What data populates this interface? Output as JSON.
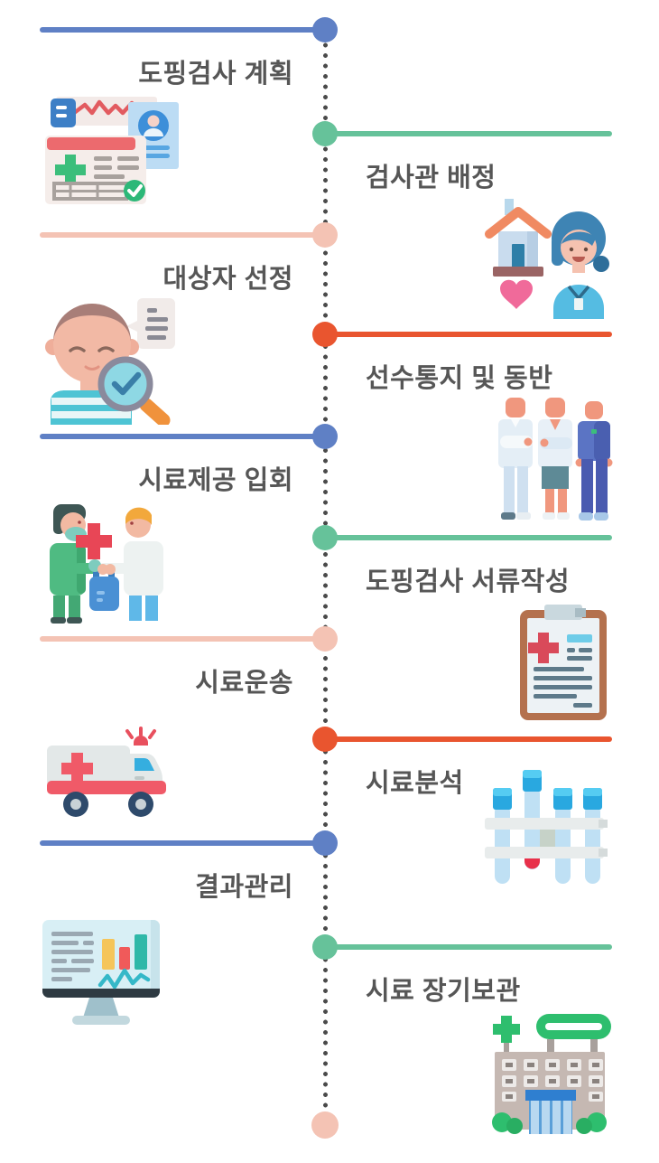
{
  "diagram": {
    "type": "vertical-alternating-timeline",
    "topic": "도핑검사 절차 (doping control process)",
    "background": "#FFFFFF"
  },
  "palette": {
    "blue": "#5F80C5",
    "green": "#66C29A",
    "pink": "#F4C3B4",
    "orange": "#E9552F",
    "spine_dots": "#4A4A4A",
    "label_text": "#565656"
  },
  "timeline": {
    "spine_style": "dotted",
    "end_dot_color": "#F4C3B4"
  },
  "steps": [
    {
      "index": 1,
      "label": "도핑검사 계획",
      "side": "left",
      "accent": "blue",
      "accent_hex": "#5F80C5",
      "icon": "medical-record-icon"
    },
    {
      "index": 2,
      "label": "검사관 배정",
      "side": "right",
      "accent": "green",
      "accent_hex": "#66C29A",
      "icon": "house-nurse-icon"
    },
    {
      "index": 3,
      "label": "대상자 선정",
      "side": "left",
      "accent": "pink",
      "accent_hex": "#F4C3B4",
      "icon": "athlete-magnifier-icon"
    },
    {
      "index": 4,
      "label": "선수통지 및 동반",
      "side": "right",
      "accent": "orange",
      "accent_hex": "#E9552F",
      "icon": "athletes-group-icon"
    },
    {
      "index": 5,
      "label": "시료제공 입회",
      "side": "left",
      "accent": "blue",
      "accent_hex": "#5F80C5",
      "icon": "sample-handover-icon"
    },
    {
      "index": 6,
      "label": "도핑검사 서류작성",
      "side": "right",
      "accent": "green",
      "accent_hex": "#66C29A",
      "icon": "clipboard-document-icon"
    },
    {
      "index": 7,
      "label": "시료운송",
      "side": "left",
      "accent": "pink",
      "accent_hex": "#F4C3B4",
      "icon": "ambulance-icon"
    },
    {
      "index": 8,
      "label": "시료분석",
      "side": "right",
      "accent": "orange",
      "accent_hex": "#E9552F",
      "icon": "test-tubes-rack-icon"
    },
    {
      "index": 9,
      "label": "결과관리",
      "side": "left",
      "accent": "blue",
      "accent_hex": "#5F80C5",
      "icon": "monitor-analytics-icon"
    },
    {
      "index": 10,
      "label": "시료 장기보관",
      "side": "right",
      "accent": "green",
      "accent_hex": "#66C29A",
      "icon": "hospital-building-icon"
    }
  ]
}
